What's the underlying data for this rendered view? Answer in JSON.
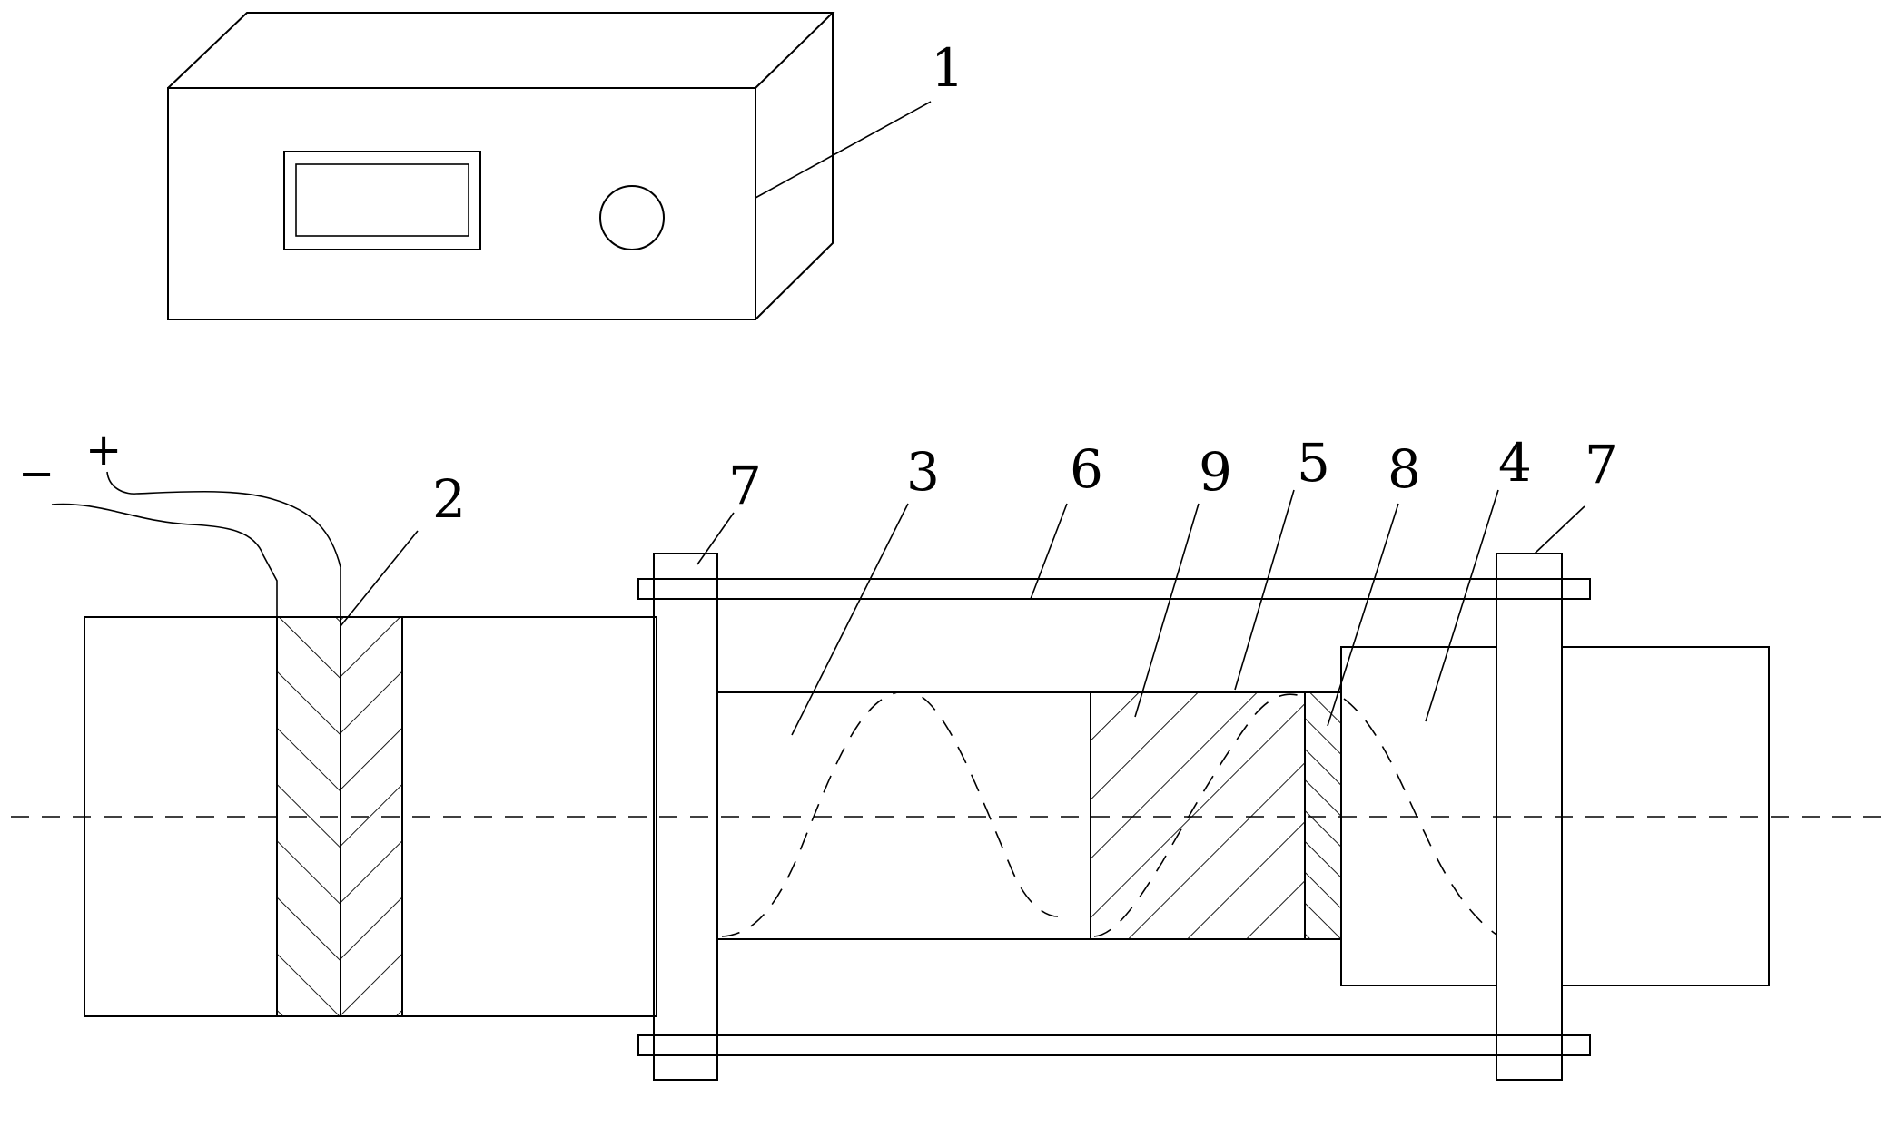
{
  "labels": {
    "l1": "1",
    "l2": "2",
    "l3": "3",
    "l4": "4",
    "l5": "5",
    "l6": "6",
    "l7a": "7",
    "l7b": "7",
    "l8": "8",
    "l9": "9"
  },
  "terminals": {
    "minus": "−",
    "plus": "+"
  },
  "colors": {
    "line": "#000000",
    "background": "#ffffff"
  }
}
